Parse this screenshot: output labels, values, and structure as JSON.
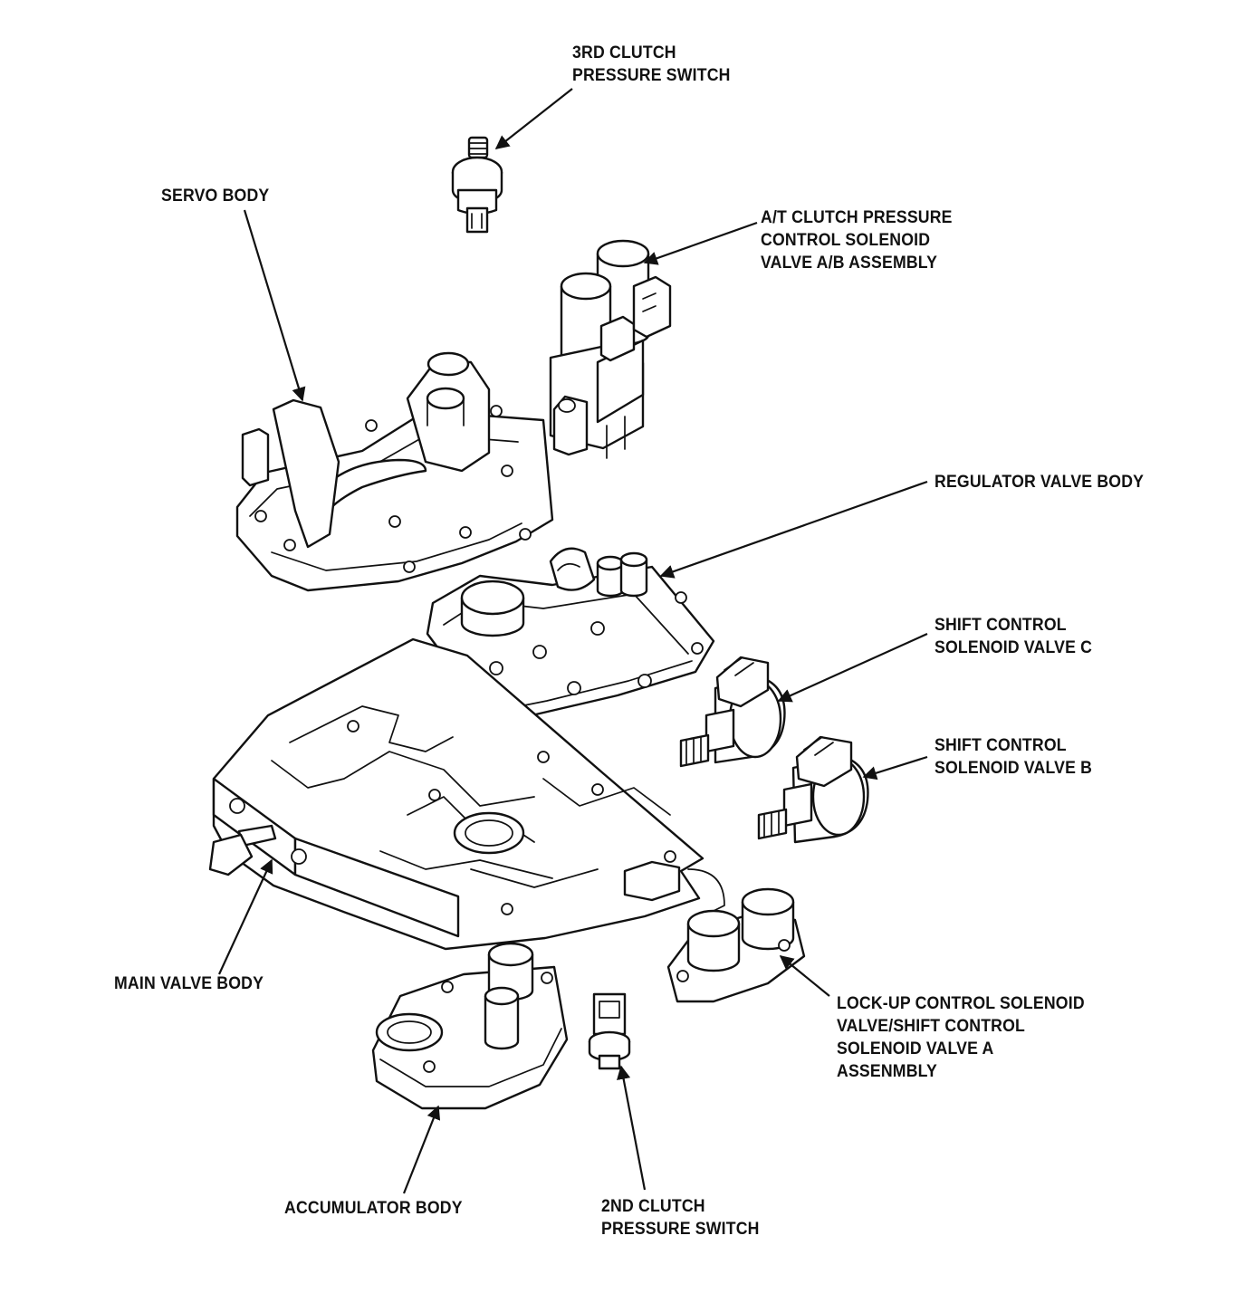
{
  "labels": {
    "third_clutch_switch": [
      "3RD CLUTCH",
      "PRESSURE SWITCH"
    ],
    "servo_body": [
      "SERVO BODY"
    ],
    "clutch_pressure_solenoid": [
      "A/T CLUTCH PRESSURE",
      "CONTROL SOLENOID",
      "VALVE A/B ASSEMBLY"
    ],
    "regulator_valve_body": [
      "REGULATOR VALVE BODY"
    ],
    "shift_solenoid_c": [
      "SHIFT CONTROL",
      "SOLENOID VALVE C"
    ],
    "shift_solenoid_b": [
      "SHIFT CONTROL",
      "SOLENOID VALVE B"
    ],
    "main_valve_body": [
      "MAIN VALVE BODY"
    ],
    "lockup_solenoid": [
      "LOCK-UP CONTROL SOLENOID",
      "VALVE/SHIFT CONTROL",
      "SOLENOID VALVE A",
      "ASSENMBLY"
    ],
    "accumulator_body": [
      "ACCUMULATOR BODY"
    ],
    "second_clutch_switch": [
      "2ND CLUTCH",
      "PRESSURE SWITCH"
    ]
  },
  "colors": {
    "ink": "#111111",
    "paper": "#ffffff"
  }
}
